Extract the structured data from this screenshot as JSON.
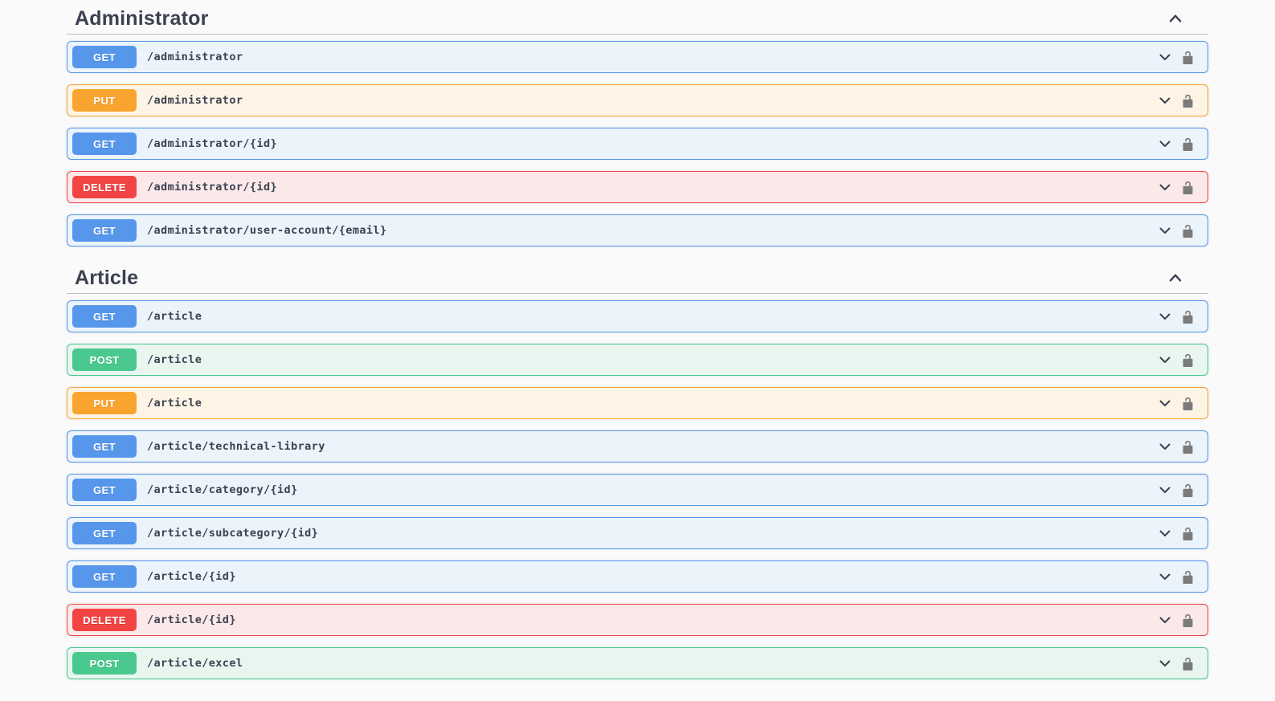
{
  "page": {
    "background_color": "#fafafa",
    "heading_text_color": "#3b4151"
  },
  "method_styles": {
    "GET": {
      "color": "#5697ec",
      "bg": "#ebf3fb"
    },
    "POST": {
      "color": "#49c98e",
      "bg": "#e9f6f0"
    },
    "PUT": {
      "color": "#f9a42e",
      "bg": "#fdf4e6"
    },
    "DELETE": {
      "color": "#f34444",
      "bg": "#fbe9e9"
    }
  },
  "icons": {
    "section_collapse": "chevron-up",
    "row_expand": "chevron-down",
    "auth": "unlock-padlock"
  },
  "sections": [
    {
      "title": "Administrator",
      "endpoints": [
        {
          "method": "GET",
          "path": "/administrator"
        },
        {
          "method": "PUT",
          "path": "/administrator"
        },
        {
          "method": "GET",
          "path": "/administrator/{id}"
        },
        {
          "method": "DELETE",
          "path": "/administrator/{id}"
        },
        {
          "method": "GET",
          "path": "/administrator/user-account/{email}"
        }
      ]
    },
    {
      "title": "Article",
      "endpoints": [
        {
          "method": "GET",
          "path": "/article"
        },
        {
          "method": "POST",
          "path": "/article"
        },
        {
          "method": "PUT",
          "path": "/article"
        },
        {
          "method": "GET",
          "path": "/article/technical-library"
        },
        {
          "method": "GET",
          "path": "/article/category/{id}"
        },
        {
          "method": "GET",
          "path": "/article/subcategory/{id}"
        },
        {
          "method": "GET",
          "path": "/article/{id}"
        },
        {
          "method": "DELETE",
          "path": "/article/{id}"
        },
        {
          "method": "POST",
          "path": "/article/excel"
        }
      ]
    }
  ]
}
